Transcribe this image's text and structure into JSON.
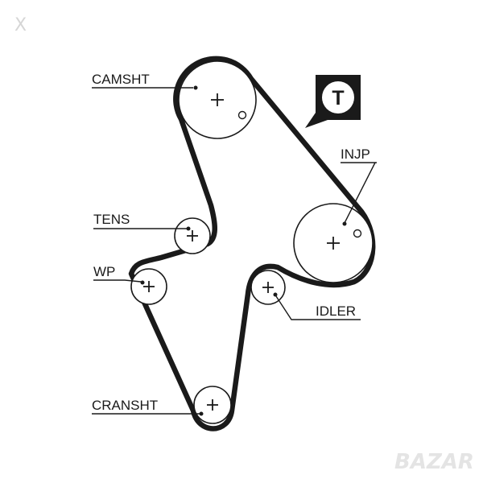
{
  "labels": {
    "camshaft": "CAMSHT",
    "injection_pump": "INJP",
    "tensioner": "TENS",
    "water_pump": "WP",
    "idler": "IDLER",
    "crankshaft": "CRANSHT"
  },
  "badge": {
    "letter": "T"
  },
  "close_glyph": "X",
  "watermark": "BAZAR",
  "colors": {
    "line": "#1a1a1a",
    "background": "#ffffff",
    "badge": "#1a1a1a"
  }
}
